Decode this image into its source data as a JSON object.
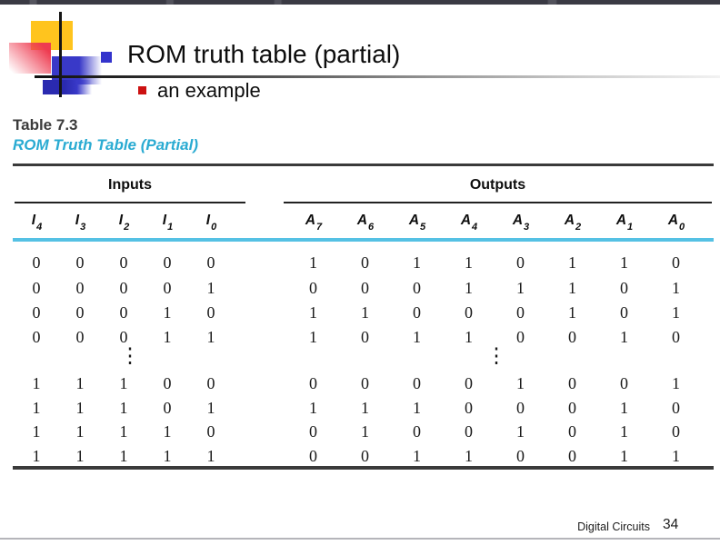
{
  "slide": {
    "title": "ROM truth table (partial)",
    "subtitle": "an example",
    "footer_course": "Digital Circuits",
    "footer_page": "34"
  },
  "table": {
    "caption_number": "Table 7.3",
    "caption_title": "ROM Truth Table (Partial)",
    "group_headers": {
      "inputs": "Inputs",
      "outputs": "Outputs"
    },
    "input_columns": [
      {
        "base": "I",
        "sub": "4"
      },
      {
        "base": "I",
        "sub": "3"
      },
      {
        "base": "I",
        "sub": "2"
      },
      {
        "base": "I",
        "sub": "1"
      },
      {
        "base": "I",
        "sub": "0"
      }
    ],
    "output_columns": [
      {
        "base": "A",
        "sub": "7"
      },
      {
        "base": "A",
        "sub": "6"
      },
      {
        "base": "A",
        "sub": "5"
      },
      {
        "base": "A",
        "sub": "4"
      },
      {
        "base": "A",
        "sub": "3"
      },
      {
        "base": "A",
        "sub": "2"
      },
      {
        "base": "A",
        "sub": "1"
      },
      {
        "base": "A",
        "sub": "0"
      }
    ],
    "rows_top": [
      {
        "inputs": [
          0,
          0,
          0,
          0,
          0
        ],
        "outputs": [
          1,
          0,
          1,
          1,
          0,
          1,
          1,
          0
        ]
      },
      {
        "inputs": [
          0,
          0,
          0,
          0,
          1
        ],
        "outputs": [
          0,
          0,
          0,
          1,
          1,
          1,
          0,
          1
        ]
      },
      {
        "inputs": [
          0,
          0,
          0,
          1,
          0
        ],
        "outputs": [
          1,
          1,
          0,
          0,
          0,
          1,
          0,
          1
        ]
      },
      {
        "inputs": [
          0,
          0,
          0,
          1,
          1
        ],
        "outputs": [
          1,
          0,
          1,
          1,
          0,
          0,
          1,
          0
        ]
      }
    ],
    "ellipsis": "⋮",
    "rows_bottom": [
      {
        "inputs": [
          1,
          1,
          1,
          0,
          0
        ],
        "outputs": [
          0,
          0,
          0,
          0,
          1,
          0,
          0,
          1
        ]
      },
      {
        "inputs": [
          1,
          1,
          1,
          0,
          1
        ],
        "outputs": [
          1,
          1,
          1,
          0,
          0,
          0,
          1,
          0
        ]
      },
      {
        "inputs": [
          1,
          1,
          1,
          1,
          0
        ],
        "outputs": [
          0,
          1,
          0,
          0,
          1,
          0,
          1,
          0
        ]
      },
      {
        "inputs": [
          1,
          1,
          1,
          1,
          1
        ],
        "outputs": [
          0,
          0,
          1,
          1,
          0,
          0,
          1,
          1
        ]
      }
    ]
  },
  "colors": {
    "accent_cyan": "#2aabd2",
    "cyan_rule": "#55c1e4",
    "rule_dark": "#3a3a3a",
    "bullet_blue": "#3333cc",
    "bullet_red": "#cc1111",
    "logo_yellow": "#ffc41e",
    "logo_blue": "#3939c8",
    "logo_dark_blue": "#2a2ab0",
    "logo_red": "#ee3b50",
    "top_bar": "#3a3a44"
  }
}
